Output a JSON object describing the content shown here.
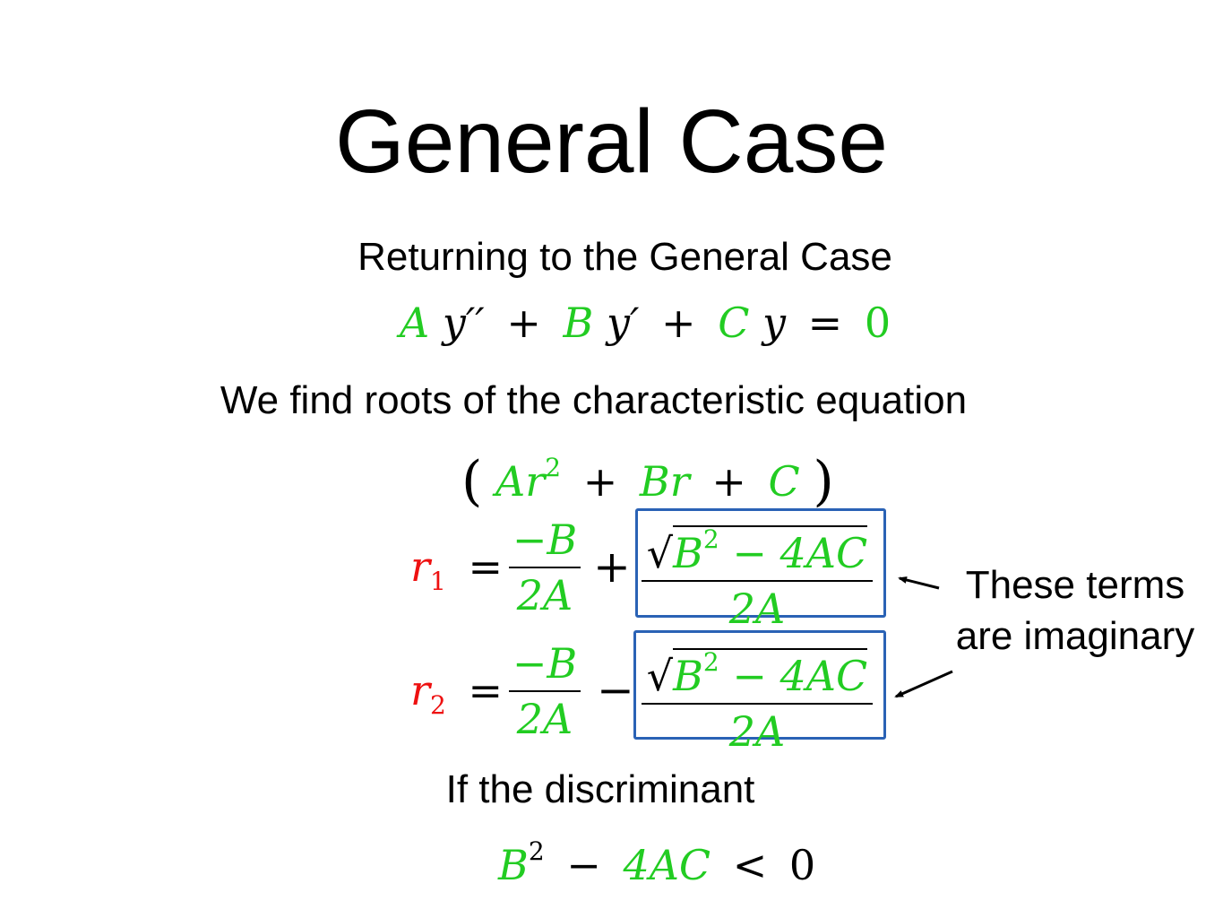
{
  "slide": {
    "title": "General Case",
    "subtitle_1": "Returning to the General Case",
    "subtitle_2": "We find roots of the characteristic equation",
    "subtitle_3": "If the discriminant",
    "annotation": "These terms are imaginary"
  },
  "ode": {
    "coef_a": "A",
    "y2": "y′′",
    "plus1": "+",
    "coef_b": "B",
    "y1": "y′",
    "plus2": "+",
    "coef_c": "C",
    "y0": "y",
    "equals": "=",
    "rhs": "0"
  },
  "char_eq": {
    "open": "(",
    "a": "A",
    "r": "r",
    "exp": "2",
    "plus1": "+",
    "b": "B",
    "r2": "r",
    "plus2": "+",
    "c": "C",
    "close": ")"
  },
  "root1": {
    "r": "r",
    "sub": "1",
    "equals": "=",
    "frac1_num": "−B",
    "frac1_den": "2A",
    "sign": "+",
    "sqrt": "√",
    "radicand_b": "B",
    "radicand_exp": "2",
    "radicand_rest": " − 4AC",
    "frac2_den": "2A"
  },
  "root2": {
    "r": "r",
    "sub": "2",
    "equals": "=",
    "frac1_num": "−B",
    "frac1_den": "2A",
    "sign": "−",
    "sqrt": "√",
    "radicand_b": "B",
    "radicand_exp": "2",
    "radicand_rest": " − 4AC",
    "frac2_den": "2A"
  },
  "discriminant": {
    "b": "B",
    "exp": "2",
    "minus": "−",
    "four_ac": "4AC",
    "less": "<",
    "zero": "0"
  },
  "colors": {
    "coefficient": "#22cc22",
    "root": "#ee1111",
    "highlight_box": "#2a62b5",
    "text": "#000000"
  }
}
